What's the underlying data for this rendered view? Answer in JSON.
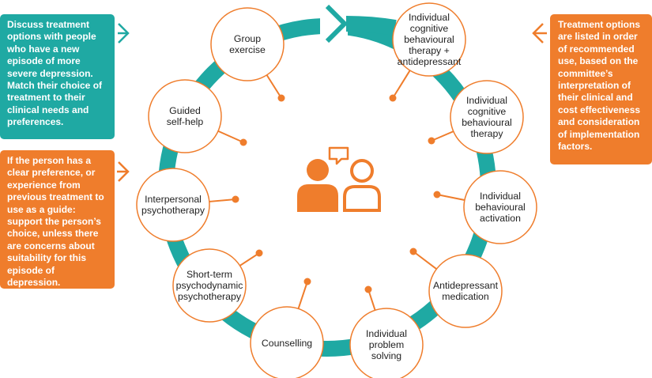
{
  "colors": {
    "teal": "#1fa9a3",
    "orange": "#ef7d2c",
    "node_border": "#ef7d2c",
    "text": "#222222"
  },
  "left_boxes": [
    {
      "text": "Discuss treatment options with people who have a new episode of more severe depression. Match their choice of treatment to their clinical needs and preferences.",
      "color": "teal"
    },
    {
      "text": "If the person has a clear preference, or experience from previous treatment to use as a guide: support the person’s choice, unless there are concerns about suitability for this episode of depression.",
      "color": "orange"
    }
  ],
  "right_box": {
    "text": "Treatment options are listed in order of recommended use, based on the committee’s interpretation of their clinical and cost effectiveness and consideration of implementation factors.",
    "color": "orange"
  },
  "center_icon": "two-people-conversation-icon",
  "treatments": [
    {
      "lines": [
        "Individual",
        "cognitive",
        "behavioural",
        "therapy +",
        "antidepressant"
      ]
    },
    {
      "lines": [
        "Individual",
        "cognitive",
        "behavioural",
        "therapy"
      ]
    },
    {
      "lines": [
        "Individual",
        "behavioural",
        "activation"
      ]
    },
    {
      "lines": [
        "Antidepressant",
        "medication"
      ]
    },
    {
      "lines": [
        "Individual",
        "problem",
        "solving"
      ]
    },
    {
      "lines": [
        "Counselling"
      ]
    },
    {
      "lines": [
        "Short-term",
        "psychodynamic",
        "psychotherapy"
      ]
    },
    {
      "lines": [
        "Interpersonal",
        "psychotherapy"
      ]
    },
    {
      "lines": [
        "Guided",
        "self-help"
      ]
    },
    {
      "lines": [
        "Group",
        "exercise"
      ]
    }
  ]
}
